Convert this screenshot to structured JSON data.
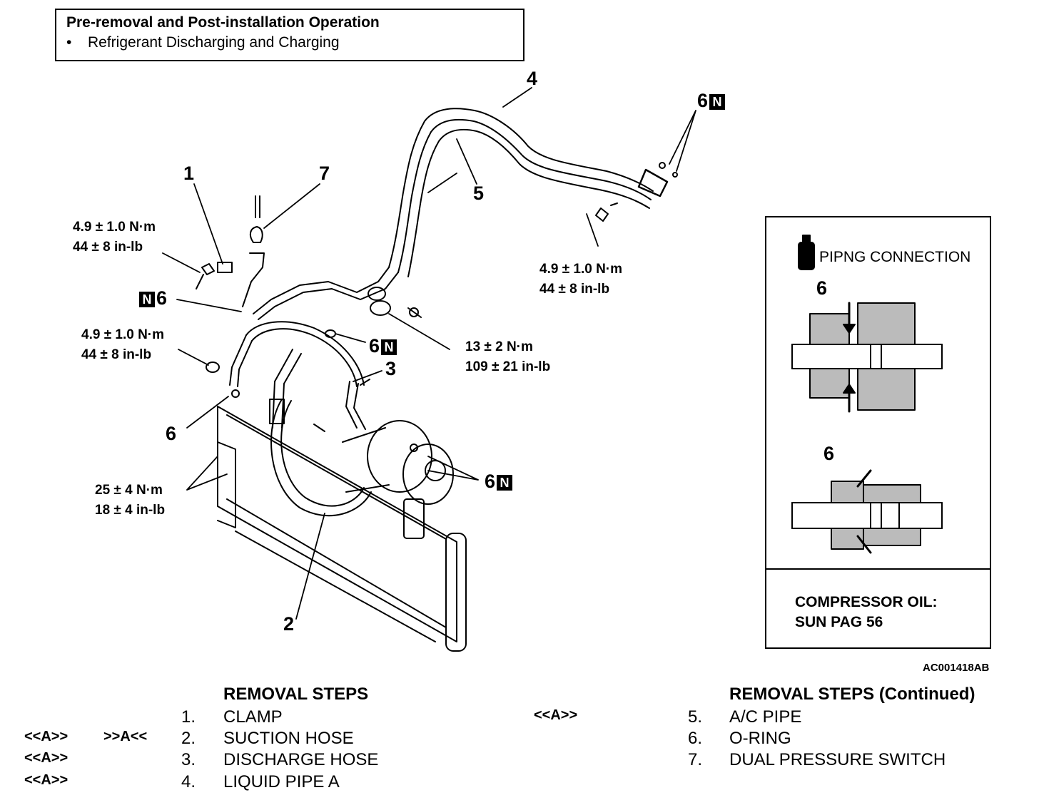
{
  "pre_box": {
    "title": "Pre-removal and Post-installation Operation",
    "bullet_mark": "•",
    "item": "Refrigerant Discharging and Charging"
  },
  "callouts": {
    "c1": "1",
    "c2": "2",
    "c3": "3",
    "c4": "4",
    "c5": "5",
    "c7": "7",
    "c6_top": "6",
    "c6_left": "6",
    "c6_mid": "6",
    "c6_cond": "6",
    "c6_comp": "6"
  },
  "new_part_mark": "N",
  "torques": {
    "t1_nm": "4.9 ± 1.0 N·m",
    "t1_inlb": "44 ± 8 in-lb",
    "t2_nm": "4.9 ± 1.0 N·m",
    "t2_inlb": "44 ± 8 in-lb",
    "t3_nm": "4.9 ± 1.0 N·m",
    "t3_inlb": "44 ± 8 in-lb",
    "t4_nm": "13 ± 2 N·m",
    "t4_inlb": "109 ± 21 in-lb",
    "t5_nm": "25 ± 4 N·m",
    "t5_inlb": "18 ± 4 in-lb"
  },
  "panel": {
    "title": "PIPNG CONNECTION",
    "callout_a": "6",
    "callout_b": "6",
    "oil_line1": "COMPRESSOR OIL:",
    "oil_line2": "SUN PAG 56"
  },
  "figure_code": "AC001418AB",
  "removal_left": {
    "heading": "REMOVAL STEPS",
    "rows": [
      {
        "mark_a": "",
        "mark_b": "",
        "num": "1.",
        "name": "CLAMP"
      },
      {
        "mark_a": "<<A>>",
        "mark_b": ">>A<<",
        "num": "2.",
        "name": "SUCTION HOSE"
      },
      {
        "mark_a": "<<A>>",
        "mark_b": "",
        "num": "3.",
        "name": "DISCHARGE HOSE"
      },
      {
        "mark_a": "<<A>>",
        "mark_b": "",
        "num": "4.",
        "name": "LIQUID PIPE A"
      }
    ]
  },
  "removal_right": {
    "heading": "REMOVAL STEPS (Continued)",
    "rows": [
      {
        "mark_a": "<<A>>",
        "num": "5.",
        "name": "A/C PIPE"
      },
      {
        "mark_a": "",
        "num": "6.",
        "name": "O-RING"
      },
      {
        "mark_a": "",
        "num": "7.",
        "name": "DUAL PRESSURE SWITCH"
      }
    ]
  }
}
